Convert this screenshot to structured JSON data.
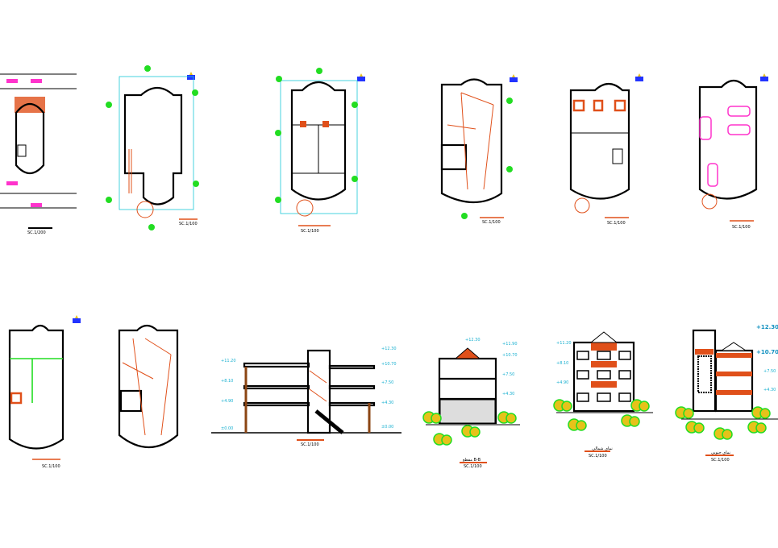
{
  "sheet": {
    "colors": {
      "walls": "#000000",
      "green": "#22dd22",
      "orange": "#e0501a",
      "cyan": "#19c8d8",
      "magenta": "#ff33cc",
      "tree": "#e6c21a"
    },
    "plans": [
      {
        "scale": "SC.1/200"
      },
      {
        "scale": "SC.1/100"
      },
      {
        "scale": "SC.1/100"
      },
      {
        "scale": "SC.1/100"
      },
      {
        "scale": "SC.1/100"
      },
      {
        "scale": "SC.1/100"
      },
      {
        "scale": "SC.1/100"
      },
      {
        "scale": ""
      }
    ],
    "section": {
      "scale": "SC.1/100",
      "levels_left": [
        "+11.20",
        "+8.10",
        "+4.90",
        "±0.00"
      ],
      "levels_right": [
        "+12.30",
        "+10.70",
        "+7.50",
        "+4.30",
        "±0.00"
      ]
    },
    "elevations": [
      {
        "title": "مقطع B-B",
        "scale": "SC.1/100",
        "levels": [
          "+12.30",
          "+11.90",
          "+10.70",
          "+7.50",
          "+4.30"
        ]
      },
      {
        "title": "نمای شمالی",
        "scale": "SC.1/100",
        "levels": [
          "+11.20",
          "+8.10",
          "+4.90"
        ]
      },
      {
        "title": "نمای جنوبی",
        "scale": "SC.1/100",
        "levels": [
          "+12.30",
          "+10.70",
          "+7.50",
          "+4.30"
        ]
      }
    ]
  }
}
